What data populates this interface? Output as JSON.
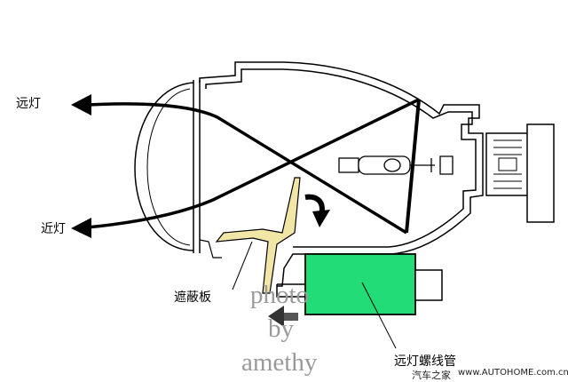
{
  "labels": {
    "high_beam": "远灯",
    "low_beam": "近灯",
    "shield": "遮蔽板",
    "solenoid": "远灯螺线管"
  },
  "watermark": {
    "line1": "photo",
    "line2": "by",
    "line3": "amethy"
  },
  "footer": {
    "site_name": "汽车之家",
    "site_url": "www.AUTOHOME.com.cn"
  },
  "colors": {
    "outline": "#000000",
    "shield": "#f2e6a6",
    "solenoid": "#22dd77",
    "watermark": "#9a9a9a",
    "background": "#ffffff"
  },
  "icons": {
    "rotation_arrow": "curved-arrow-icon",
    "slide_arrow": "left-arrow-icon",
    "beam_arrow": "arrowhead-icon"
  }
}
